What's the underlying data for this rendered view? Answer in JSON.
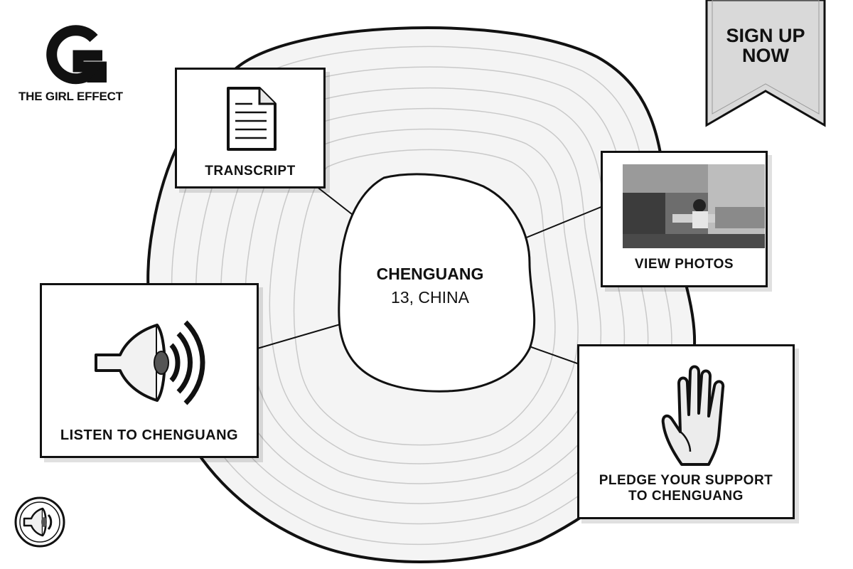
{
  "brand": {
    "logo_letter": "G",
    "name": "THE GIRL EFFECT"
  },
  "signup": {
    "label": "SIGN UP\nNOW"
  },
  "profile": {
    "name": "CHENGUANG",
    "details": "13, CHINA"
  },
  "cards": {
    "transcript": {
      "label": "TRANSCRIPT",
      "icon": "document-icon"
    },
    "photos": {
      "label": "VIEW PHOTOS",
      "icon": "photo-thumbnail"
    },
    "listen": {
      "label": "LISTEN TO CHENGUANG",
      "icon": "speaker-icon"
    },
    "pledge": {
      "label_line1": "PLEDGE YOUR SUPPORT",
      "label_line2": "TO CHENGUANG",
      "icon": "raised-hand-icon"
    }
  },
  "controls": {
    "sound_icon": "speaker-icon"
  },
  "colors": {
    "ink": "#111111",
    "paper": "#ffffff",
    "ring": "#d4d4d4",
    "ribbon": "#d8d8d8"
  }
}
